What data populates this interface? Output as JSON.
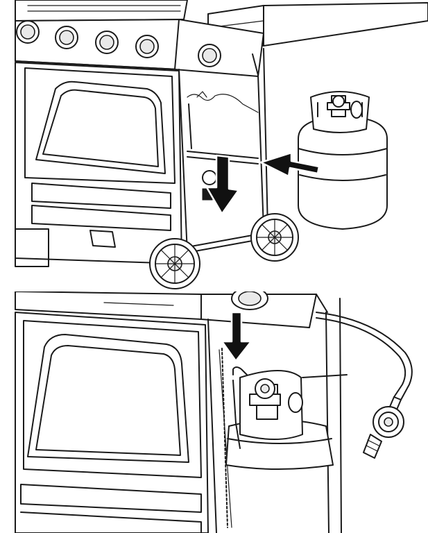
{
  "figure": {
    "panels": [
      {
        "id": "top",
        "depicts": [
          "grill-cabinet",
          "propane-tank",
          "tank-hook",
          "insert-arrow",
          "lower-arrow"
        ]
      },
      {
        "id": "bottom",
        "depicts": [
          "grill-cabinet-closeup",
          "propane-tank-mounted",
          "regulator",
          "hose",
          "down-arrow"
        ]
      }
    ],
    "colors": {
      "line": "#1a1a1a",
      "arrow": "#111111",
      "background": "#ffffff",
      "shade": "#e9e9e9"
    }
  }
}
